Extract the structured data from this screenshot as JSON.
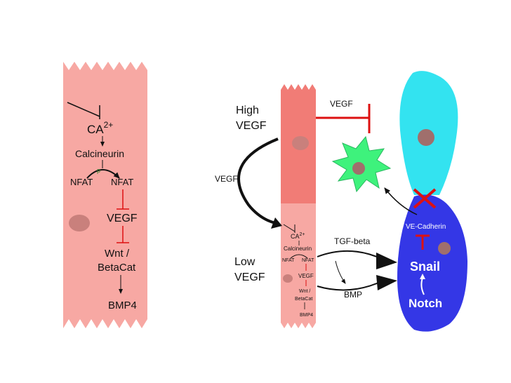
{
  "left_cell": {
    "ca": "CA",
    "ca_sup": "2+",
    "calcineurin": "Calcineurin",
    "nfat_left": "NFAT",
    "nfat_p": "p",
    "nfat_right": "NFAT",
    "vegf": "VEGF",
    "wnt": "Wnt /",
    "betacat": "BetaCat",
    "bmp4": "BMP4"
  },
  "right_panel": {
    "high_vegf_1": "High",
    "high_vegf_2": "VEGF",
    "low_vegf_1": "Low",
    "low_vegf_2": "VEGF",
    "vegf_inhibit_label": "VEGF",
    "vegf_arrow_label": "VEGF",
    "tgf_label": "TGF-beta",
    "bmp_label": "BMP",
    "ve_cadherin": "VE-Cadherin",
    "snail": "Snail",
    "notch": "Notch"
  },
  "small_cell": {
    "ca": "CA",
    "ca_sup": "2+",
    "calcineurin": "Calcineurin",
    "nfat_left": "NFAT",
    "nfat_right": "NFAT",
    "vegf": "VEGF",
    "wnt": "Wnt /",
    "betacat": "BetaCat",
    "bmp4": "BMP4"
  },
  "colors": {
    "cell_pink": "#f7a8a3",
    "cell_red": "#f17c76",
    "nucleus": "#c9807c",
    "cyan": "#33e3f0",
    "green": "#3ef27c",
    "blue": "#3437e6",
    "inhibit_red": "#dd1111"
  }
}
